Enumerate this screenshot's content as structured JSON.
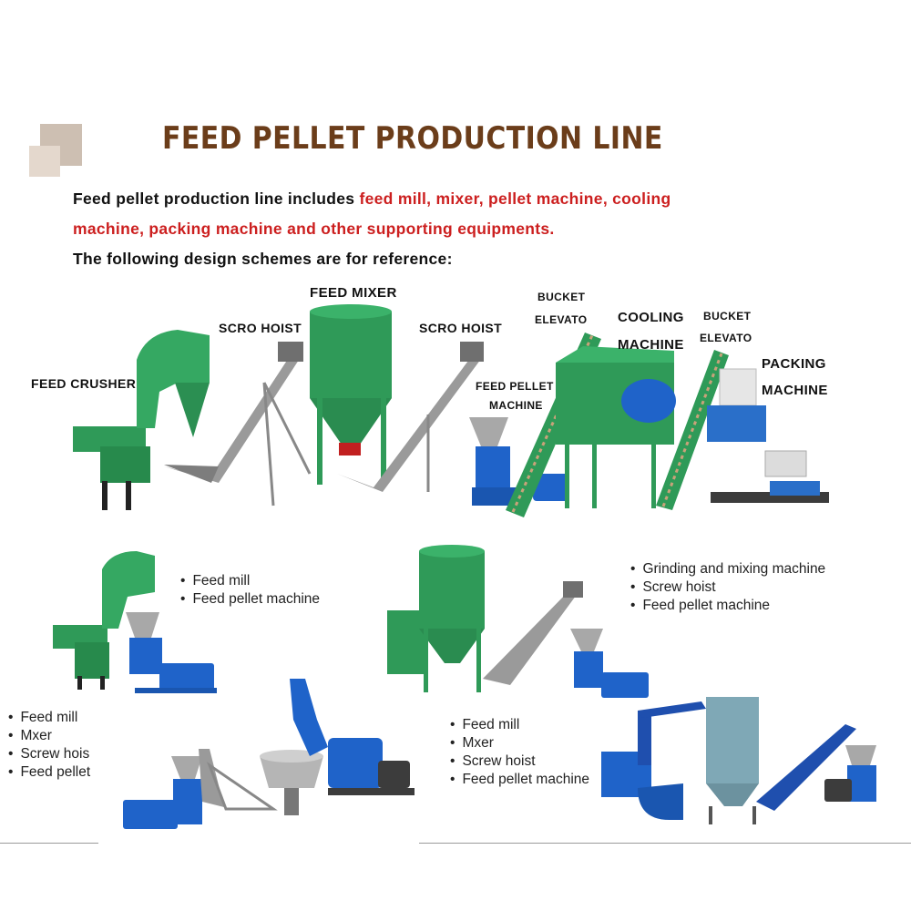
{
  "title": "FEED PELLET PRODUCTION LINE",
  "intro": {
    "line1_black": "Feed pellet production line includes ",
    "line1_red": "feed mill, mixer, pellet machine, cooling",
    "line2_red": "machine, packing machine and other supporting equipments.",
    "line3": "The following design schemes are for reference:"
  },
  "labels": {
    "feed_crusher": "FEED CRUSHER",
    "scro_hoist_1": "SCRO HOIST",
    "feed_mixer": "FEED MIXER",
    "scro_hoist_2": "SCRO HOIST",
    "bucket_1a": "BUCKET",
    "bucket_1b": "ELEVATO",
    "feed_pellet_a": "FEED PELLET",
    "feed_pellet_b": "MACHINE",
    "cooling_a": "COOLING",
    "cooling_b": "MACHINE",
    "bucket_2a": "BUCKET",
    "bucket_2b": "ELEVATO",
    "packing_a": "PACKING",
    "packing_b": "MACHINE"
  },
  "scheme_lists": {
    "a": [
      "Feed mill",
      "Feed pellet machine"
    ],
    "b": [
      "Grinding and mixing machine",
      "Screw hoist",
      "Feed pellet machine"
    ],
    "c": [
      "Feed mill",
      "Mxer",
      "Screw hois",
      "Feed pellet"
    ],
    "d": [
      "Feed mill",
      "Mxer",
      "Screw hoist",
      "Feed pellet machine"
    ]
  },
  "colors": {
    "title": "#6b3d1a",
    "highlight": "#cc1f1f",
    "machine_green": "#2f9a58",
    "machine_blue": "#1f63c9",
    "metal": "#8c8c8c"
  }
}
